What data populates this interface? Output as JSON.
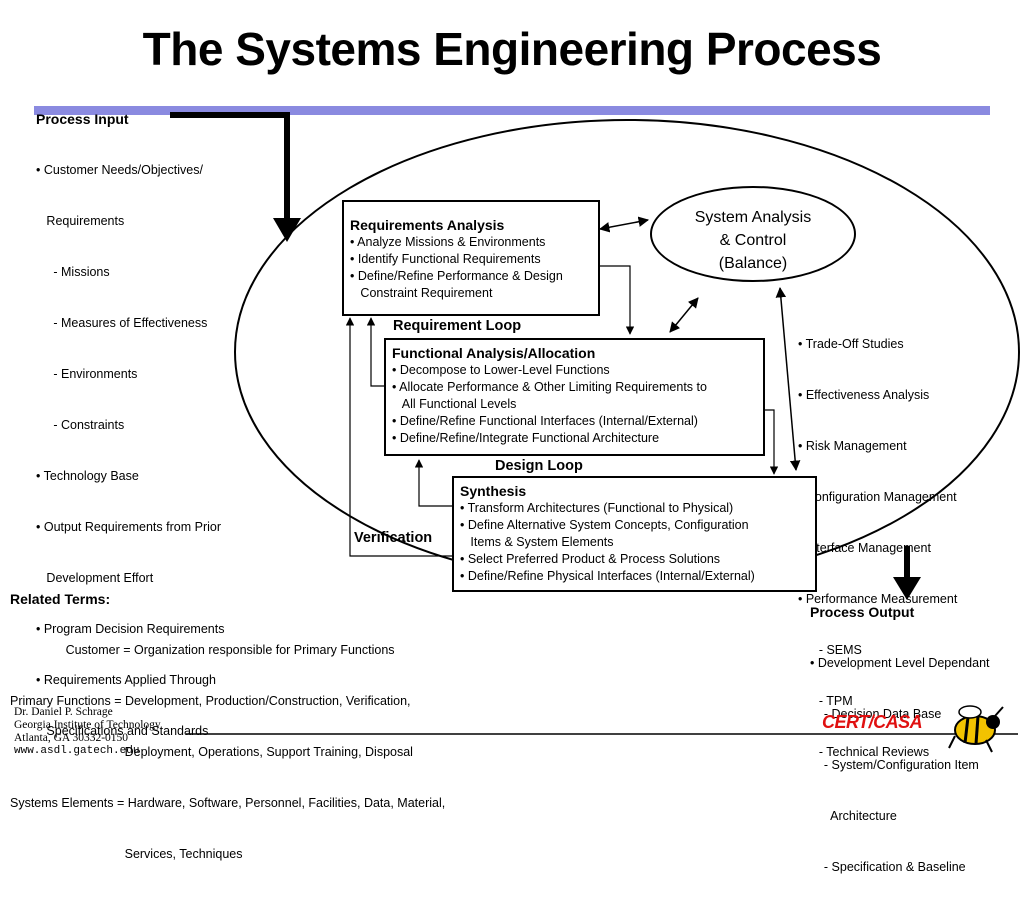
{
  "title": "The Systems Engineering Process",
  "process_input": {
    "heading": "Process Input",
    "lines": [
      "• Customer Needs/Objectives/",
      "   Requirements",
      "     - Missions",
      "     - Measures of Effectiveness",
      "     - Environments",
      "     - Constraints",
      "• Technology Base",
      "• Output Requirements from Prior",
      "   Development Effort",
      "• Program Decision Requirements",
      "• Requirements Applied Through",
      "   Specifications and Standards"
    ]
  },
  "requirements_analysis": {
    "title": "Requirements Analysis",
    "lines": [
      "• Analyze Missions & Environments",
      "• Identify Functional Requirements",
      "• Define/Refine Performance & Design",
      "   Constraint Requirement"
    ]
  },
  "system_analysis": {
    "line1": "System Analysis",
    "line2": "& Control",
    "line3": "(Balance)"
  },
  "system_analysis_items": [
    "• Trade-Off Studies",
    "• Effectiveness Analysis",
    "• Risk Management",
    "• Configuration Management",
    "• Interface Management",
    "• Performance Measurement",
    "      - SEMS",
    "      - TPM",
    "      - Technical Reviews"
  ],
  "requirement_loop": "Requirement Loop",
  "functional_analysis": {
    "title": "Functional Analysis/Allocation",
    "lines": [
      "• Decompose to Lower-Level Functions",
      "• Allocate Performance & Other Limiting Requirements to",
      "   All Functional Levels",
      "• Define/Refine Functional Interfaces (Internal/External)",
      "• Define/Refine/Integrate Functional Architecture"
    ]
  },
  "design_loop": "Design Loop",
  "synthesis": {
    "title": "Synthesis",
    "lines": [
      "• Transform Architectures (Functional to Physical)",
      "• Define Alternative System Concepts, Configuration",
      "   Items & System Elements",
      "• Select Preferred Product & Process Solutions",
      "• Define/Refine Physical Interfaces (Internal/External)"
    ]
  },
  "verification": "Verification",
  "related_terms": {
    "heading": "Related Terms:",
    "lines": [
      "                Customer = Organization responsible for Primary Functions",
      "Primary Functions = Development, Production/Construction, Verification,",
      "                                 Deployment, Operations, Support Training, Disposal",
      "Systems Elements = Hardware, Software, Personnel, Facilities, Data, Material,",
      "                                 Services, Techniques"
    ]
  },
  "process_output": {
    "heading": "Process Output",
    "lines": [
      "• Development Level Dependant",
      "    - Decision Data Base",
      "    - System/Configuration Item",
      "      Architecture",
      "    - Specification & Baseline"
    ]
  },
  "footer": {
    "line1": "Dr. Daniel P. Schrage",
    "line2": "Georgia Institute of Technology",
    "line3": "Atlanta, GA  30332-0150",
    "url": "www.asdl.gatech.edu"
  },
  "logo_text": "CERT/CASA",
  "colors": {
    "accent_bar": "#8a8ae0",
    "logo_red": "#e01010",
    "bee_yellow": "#f2c200"
  }
}
